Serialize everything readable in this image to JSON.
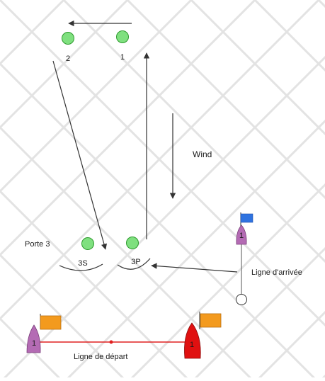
{
  "diagram": {
    "colors": {
      "grid": "#e3e3e3",
      "mark_fill": "#7fe07f",
      "mark_stroke": "#2e9a2e",
      "arrow": "#333333",
      "start_line": "#e02020",
      "committee_boat": "#b46bb4",
      "pin_boat": "#e01010",
      "flag_orange": "#f39a1e",
      "flag_blue": "#2f73e0"
    },
    "marks": {
      "m1": "1",
      "m2": "2",
      "m3s": "3S",
      "m3p": "3P"
    },
    "labels": {
      "wind": "Wind",
      "gate": "Porte 3",
      "finish": "Ligne d'arrivée",
      "start": "Ligne de départ"
    },
    "boats": {
      "start_committee": "1",
      "start_pin": "1",
      "finish_committee": "1"
    },
    "icons": {
      "mark": "green-circle",
      "finish_buoy": "white-circle",
      "start_flag": "orange-flag",
      "finish_flag": "blue-flag"
    }
  }
}
